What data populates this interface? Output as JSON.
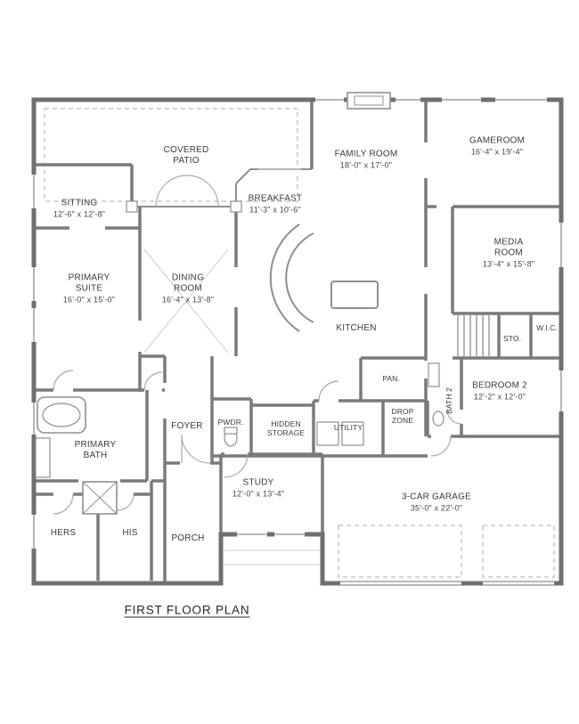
{
  "title": "FIRST FLOOR PLAN",
  "rooms": {
    "covered_patio": {
      "name": "COVERED PATIO"
    },
    "family_room": {
      "name": "FAMILY ROOM",
      "dims": "18'-0\" x 17'-0\""
    },
    "gameroom": {
      "name": "GAMEROOM",
      "dims": "16'-4\" x 19'-4\""
    },
    "sitting": {
      "name": "SITTING",
      "dims": "12'-6\" x 12'-8\""
    },
    "breakfast": {
      "name": "BREAKFAST",
      "dims": "11'-3\" x 10'-6\""
    },
    "media_room": {
      "name": "MEDIA ROOM",
      "dims": "13'-4\" x 15'-8\""
    },
    "primary_suite": {
      "name": "PRIMARY SUITE",
      "dims": "16'-0\" x 15'-0\""
    },
    "dining_room": {
      "name": "DINING ROOM",
      "dims": "16'-4\" x 13'-8\""
    },
    "kitchen": {
      "name": "KITCHEN"
    },
    "storage": {
      "name": "STO."
    },
    "wic": {
      "name": "W.I.C."
    },
    "pantry": {
      "name": "PAN."
    },
    "bedroom2": {
      "name": "BEDROOM 2",
      "dims": "12'-2\" x 12'-0\""
    },
    "bath2": {
      "name": "BATH 2"
    },
    "foyer": {
      "name": "FOYER"
    },
    "powder": {
      "name": "PWDR."
    },
    "hidden_storage": {
      "name": "HIDDEN STORAGE"
    },
    "utility": {
      "name": "UTILITY"
    },
    "drop_zone": {
      "name": "DROP ZONE"
    },
    "primary_bath": {
      "name": "PRIMARY BATH"
    },
    "hers": {
      "name": "HERS"
    },
    "his": {
      "name": "HIS"
    },
    "porch": {
      "name": "PORCH"
    },
    "study": {
      "name": "STUDY",
      "dims": "12'-0\" x 13'-4\""
    },
    "garage": {
      "name": "3-CAR GARAGE",
      "dims": "35'-0\" x 22'-0\""
    }
  },
  "colors": {
    "wall": "#7a7a7a",
    "text": "#3b3b3b",
    "background": "#ffffff"
  }
}
